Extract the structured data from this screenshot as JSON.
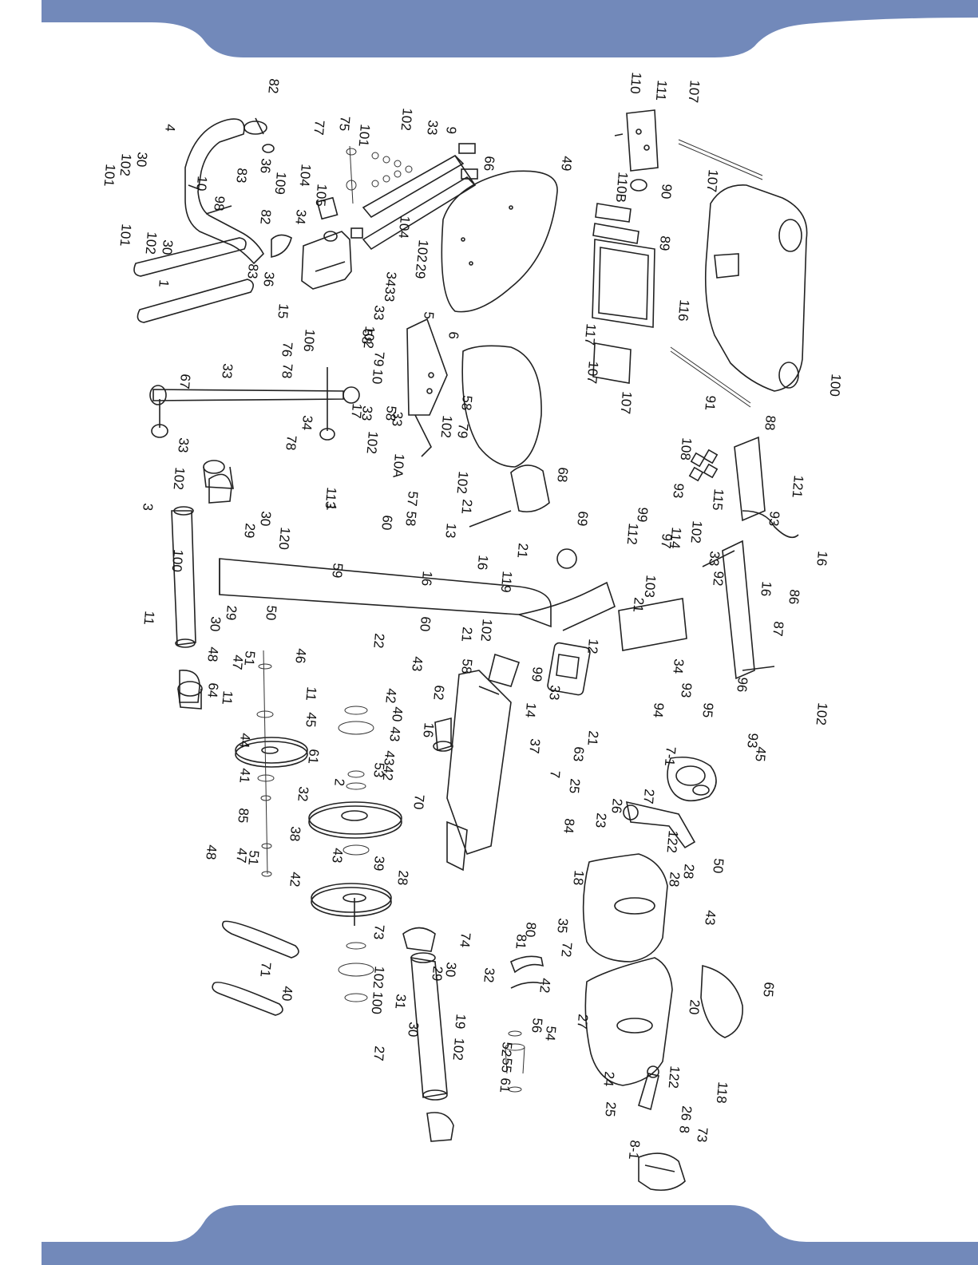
{
  "colors": {
    "band": "#7289ba",
    "band_dark": "#2f4f8f",
    "ink": "#222222"
  },
  "labels": [
    {
      "id": "l1",
      "text": "82"
    },
    {
      "id": "l2",
      "text": "77"
    },
    {
      "id": "l3",
      "text": "4"
    },
    {
      "id": "l4",
      "text": "30"
    },
    {
      "id": "l5",
      "text": "102"
    },
    {
      "id": "l6",
      "text": "101"
    },
    {
      "id": "l7",
      "text": "10"
    },
    {
      "id": "l8",
      "text": "36"
    },
    {
      "id": "l9",
      "text": "83"
    },
    {
      "id": "l10",
      "text": "98"
    },
    {
      "id": "l11",
      "text": "75"
    },
    {
      "id": "l12",
      "text": "101"
    },
    {
      "id": "l13",
      "text": "102"
    },
    {
      "id": "l14",
      "text": "33"
    },
    {
      "id": "l15",
      "text": "9"
    },
    {
      "id": "l16",
      "text": "66"
    },
    {
      "id": "l17",
      "text": "104"
    },
    {
      "id": "l18",
      "text": "105"
    },
    {
      "id": "l19",
      "text": "109"
    },
    {
      "id": "l20",
      "text": "34"
    },
    {
      "id": "l21",
      "text": "82"
    },
    {
      "id": "l22",
      "text": "101"
    },
    {
      "id": "l23",
      "text": "102"
    },
    {
      "id": "l24",
      "text": "30"
    },
    {
      "id": "l25",
      "text": "83"
    },
    {
      "id": "l26",
      "text": "36"
    },
    {
      "id": "l27",
      "text": "15"
    },
    {
      "id": "l28",
      "text": "104"
    },
    {
      "id": "l29",
      "text": "102"
    },
    {
      "id": "l30",
      "text": "29"
    },
    {
      "id": "l31",
      "text": "3433"
    },
    {
      "id": "l32",
      "text": "33"
    },
    {
      "id": "l33",
      "text": "102"
    },
    {
      "id": "l34",
      "text": "49"
    },
    {
      "id": "l35",
      "text": "1"
    },
    {
      "id": "l36",
      "text": "106"
    },
    {
      "id": "l37",
      "text": "76"
    },
    {
      "id": "l38",
      "text": "58"
    },
    {
      "id": "l39",
      "text": "79"
    },
    {
      "id": "l40",
      "text": "5"
    },
    {
      "id": "l41",
      "text": "6"
    },
    {
      "id": "l42",
      "text": "10"
    },
    {
      "id": "l43",
      "text": "33"
    },
    {
      "id": "l44",
      "text": "67"
    },
    {
      "id": "l45",
      "text": "78"
    },
    {
      "id": "l46",
      "text": "17"
    },
    {
      "id": "l47",
      "text": "33"
    },
    {
      "id": "l48",
      "text": "34"
    },
    {
      "id": "l49",
      "text": "78"
    },
    {
      "id": "l50",
      "text": "33"
    },
    {
      "id": "l51",
      "text": "58"
    },
    {
      "id": "l52",
      "text": "102"
    },
    {
      "id": "l53",
      "text": "33"
    },
    {
      "id": "l54",
      "text": "58"
    },
    {
      "id": "l55",
      "text": "102"
    },
    {
      "id": "l56",
      "text": "79"
    },
    {
      "id": "l57",
      "text": "10A"
    },
    {
      "id": "l58",
      "text": "110"
    },
    {
      "id": "l59",
      "text": "111"
    },
    {
      "id": "l60",
      "text": "107"
    },
    {
      "id": "l61",
      "text": "107"
    },
    {
      "id": "l62",
      "text": "110B"
    },
    {
      "id": "l63",
      "text": "90"
    },
    {
      "id": "l64",
      "text": "89"
    },
    {
      "id": "l65",
      "text": "116"
    },
    {
      "id": "l66",
      "text": "117"
    },
    {
      "id": "l67",
      "text": "107"
    },
    {
      "id": "l68",
      "text": "107"
    },
    {
      "id": "l69",
      "text": "91"
    },
    {
      "id": "l70",
      "text": "88"
    },
    {
      "id": "l71",
      "text": "100"
    },
    {
      "id": "l72",
      "text": "3"
    },
    {
      "id": "l73",
      "text": "100"
    },
    {
      "id": "l74",
      "text": "11"
    },
    {
      "id": "l75",
      "text": "11"
    },
    {
      "id": "l76",
      "text": "102"
    },
    {
      "id": "l77",
      "text": "30"
    },
    {
      "id": "l78",
      "text": "29"
    },
    {
      "id": "l79",
      "text": "120"
    },
    {
      "id": "l80",
      "text": "113"
    },
    {
      "id": "l81",
      "text": "1"
    },
    {
      "id": "l82",
      "text": "59"
    },
    {
      "id": "l83",
      "text": "60"
    },
    {
      "id": "l84",
      "text": "57"
    },
    {
      "id": "l85",
      "text": "58"
    },
    {
      "id": "l86",
      "text": "102"
    },
    {
      "id": "l87",
      "text": "21"
    },
    {
      "id": "l88",
      "text": "13"
    },
    {
      "id": "l89",
      "text": "68"
    },
    {
      "id": "l90",
      "text": "21"
    },
    {
      "id": "l91",
      "text": "16"
    },
    {
      "id": "l92",
      "text": "16"
    },
    {
      "id": "l93",
      "text": "119"
    },
    {
      "id": "l94",
      "text": "69"
    },
    {
      "id": "l95",
      "text": "112"
    },
    {
      "id": "l96",
      "text": "99"
    },
    {
      "id": "l97",
      "text": "97"
    },
    {
      "id": "l98",
      "text": "114"
    },
    {
      "id": "l99",
      "text": "103"
    },
    {
      "id": "l100",
      "text": "102"
    },
    {
      "id": "l101",
      "text": "33"
    },
    {
      "id": "l102",
      "text": "92"
    },
    {
      "id": "l103",
      "text": "93"
    },
    {
      "id": "l104",
      "text": "115"
    },
    {
      "id": "l105",
      "text": "108"
    },
    {
      "id": "l106",
      "text": "121"
    },
    {
      "id": "l107",
      "text": "93"
    },
    {
      "id": "l108",
      "text": "16"
    },
    {
      "id": "l109",
      "text": "16"
    },
    {
      "id": "l110",
      "text": "86"
    },
    {
      "id": "l111",
      "text": "87"
    },
    {
      "id": "l112",
      "text": "21"
    },
    {
      "id": "l113",
      "text": "60"
    },
    {
      "id": "l114",
      "text": "21"
    },
    {
      "id": "l115",
      "text": "102"
    },
    {
      "id": "l116",
      "text": "58"
    },
    {
      "id": "l117",
      "text": "62"
    },
    {
      "id": "l118",
      "text": "12"
    },
    {
      "id": "l119",
      "text": "99"
    },
    {
      "id": "l120",
      "text": "33"
    },
    {
      "id": "l121",
      "text": "34"
    },
    {
      "id": "l122",
      "text": "93"
    },
    {
      "id": "l123",
      "text": "96"
    },
    {
      "id": "l124",
      "text": "94"
    },
    {
      "id": "l125",
      "text": "95"
    },
    {
      "id": "l126",
      "text": "93"
    },
    {
      "id": "l127",
      "text": "102"
    },
    {
      "id": "l128",
      "text": "30"
    },
    {
      "id": "l129",
      "text": "29"
    },
    {
      "id": "l130",
      "text": "50"
    },
    {
      "id": "l131",
      "text": "48"
    },
    {
      "id": "l132",
      "text": "47"
    },
    {
      "id": "l133",
      "text": "51"
    },
    {
      "id": "l134",
      "text": "46"
    },
    {
      "id": "l135",
      "text": "11"
    },
    {
      "id": "l136",
      "text": "64"
    },
    {
      "id": "l137",
      "text": "45"
    },
    {
      "id": "l138",
      "text": "44"
    },
    {
      "id": "l139",
      "text": "61"
    },
    {
      "id": "l140",
      "text": "22"
    },
    {
      "id": "l141",
      "text": "43"
    },
    {
      "id": "l142",
      "text": "42"
    },
    {
      "id": "l143",
      "text": "40"
    },
    {
      "id": "l144",
      "text": "43"
    },
    {
      "id": "l145",
      "text": "4342"
    },
    {
      "id": "l146",
      "text": "53"
    },
    {
      "id": "l147",
      "text": "2"
    },
    {
      "id": "l148",
      "text": "14"
    },
    {
      "id": "l149",
      "text": "16"
    },
    {
      "id": "l150",
      "text": "37"
    },
    {
      "id": "l151",
      "text": "63"
    },
    {
      "id": "l152",
      "text": "21"
    },
    {
      "id": "l153",
      "text": "7"
    },
    {
      "id": "l154",
      "text": "7-1"
    },
    {
      "id": "l155",
      "text": "45"
    },
    {
      "id": "l156",
      "text": "41"
    },
    {
      "id": "l157",
      "text": "32"
    },
    {
      "id": "l158",
      "text": "85"
    },
    {
      "id": "l159",
      "text": "38"
    },
    {
      "id": "l160",
      "text": "70"
    },
    {
      "id": "l161",
      "text": "25"
    },
    {
      "id": "l162",
      "text": "26"
    },
    {
      "id": "l163",
      "text": "27"
    },
    {
      "id": "l164",
      "text": "23"
    },
    {
      "id": "l165",
      "text": "122"
    },
    {
      "id": "l166",
      "text": "84"
    },
    {
      "id": "l167",
      "text": "50"
    },
    {
      "id": "l168",
      "text": "48"
    },
    {
      "id": "l169",
      "text": "47"
    },
    {
      "id": "l170",
      "text": "51"
    },
    {
      "id": "l171",
      "text": "42"
    },
    {
      "id": "l172",
      "text": "43"
    },
    {
      "id": "l173",
      "text": "39"
    },
    {
      "id": "l174",
      "text": "28"
    },
    {
      "id": "l175",
      "text": "18"
    },
    {
      "id": "l176",
      "text": "28"
    },
    {
      "id": "l177",
      "text": "28"
    },
    {
      "id": "l178",
      "text": "43"
    },
    {
      "id": "l179",
      "text": "73"
    },
    {
      "id": "l180",
      "text": "74"
    },
    {
      "id": "l181",
      "text": "80"
    },
    {
      "id": "l182",
      "text": "35"
    },
    {
      "id": "l183",
      "text": "81"
    },
    {
      "id": "l184",
      "text": "72"
    },
    {
      "id": "l185",
      "text": "71"
    },
    {
      "id": "l186",
      "text": "40"
    },
    {
      "id": "l187",
      "text": "102"
    },
    {
      "id": "l188",
      "text": "30"
    },
    {
      "id": "l189",
      "text": "29"
    },
    {
      "id": "l190",
      "text": "32"
    },
    {
      "id": "l191",
      "text": "42"
    },
    {
      "id": "l192",
      "text": "100"
    },
    {
      "id": "l193",
      "text": "31"
    },
    {
      "id": "l194",
      "text": "30"
    },
    {
      "id": "l195",
      "text": "102"
    },
    {
      "id": "l196",
      "text": "19"
    },
    {
      "id": "l197",
      "text": "27"
    },
    {
      "id": "l198",
      "text": "20"
    },
    {
      "id": "l199",
      "text": "65"
    },
    {
      "id": "l200",
      "text": "56"
    },
    {
      "id": "l201",
      "text": "54"
    },
    {
      "id": "l202",
      "text": "52"
    },
    {
      "id": "l203",
      "text": "55"
    },
    {
      "id": "l204",
      "text": "61"
    },
    {
      "id": "l205",
      "text": "27"
    },
    {
      "id": "l206",
      "text": "24"
    },
    {
      "id": "l207",
      "text": "122"
    },
    {
      "id": "l208",
      "text": "118"
    },
    {
      "id": "l209",
      "text": "25"
    },
    {
      "id": "l210",
      "text": "26"
    },
    {
      "id": "l211",
      "text": "8"
    },
    {
      "id": "l212",
      "text": "8-1"
    },
    {
      "id": "l213",
      "text": "73"
    }
  ]
}
